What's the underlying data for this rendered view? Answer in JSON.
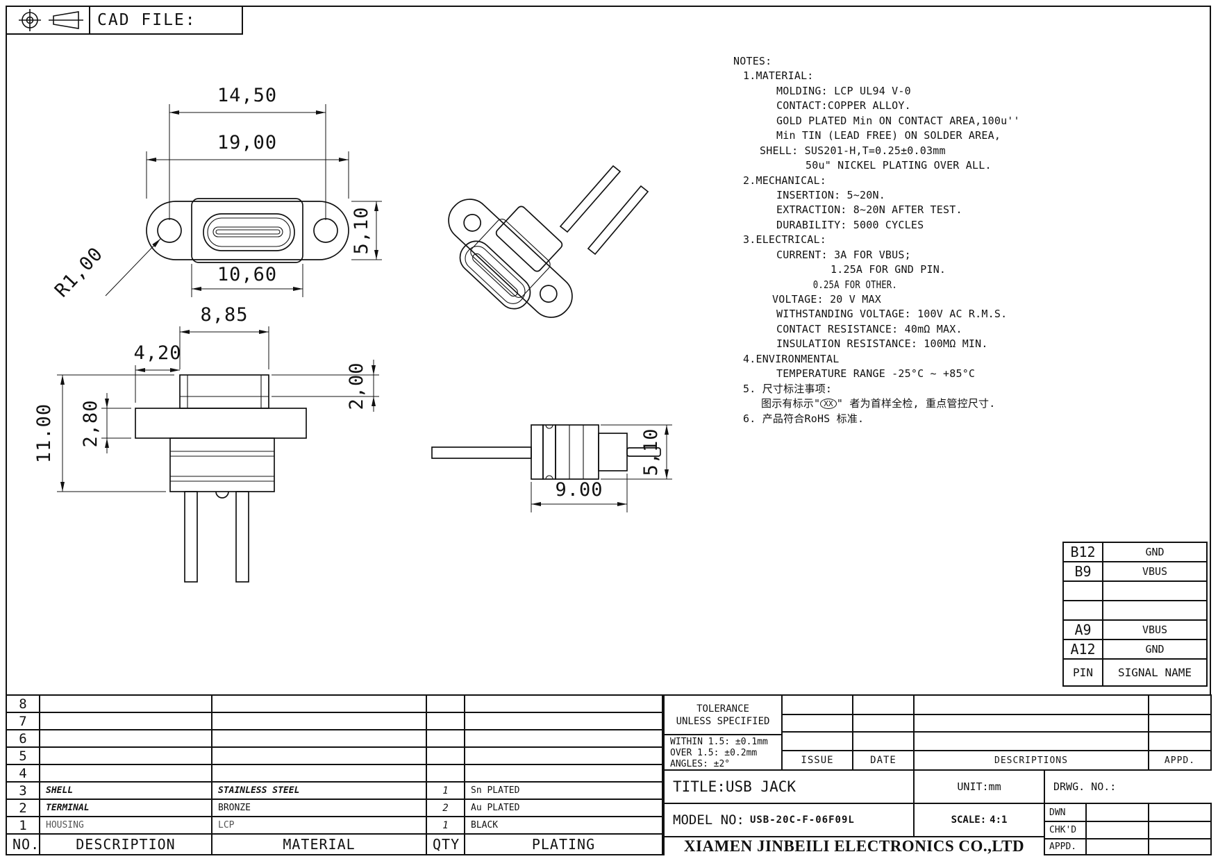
{
  "header": {
    "cad_file_label": "CAD FILE:"
  },
  "notes": {
    "lines": [
      "NOTES:",
      "1.MATERIAL:",
      "MOLDING: LCP UL94 V-0",
      "CONTACT:COPPER ALLOY.",
      "GOLD PLATED Min ON CONTACT AREA,100u''",
      "Min TIN (LEAD FREE) ON SOLDER AREA,",
      "SHELL: SUS201-H,T=0.25±0.03mm",
      "50u\" NICKEL PLATING OVER ALL.",
      "2.MECHANICAL:",
      "INSERTION: 5~20N.",
      "EXTRACTION: 8~20N AFTER TEST.",
      "DURABILITY: 5000 CYCLES",
      "3.ELECTRICAL:",
      "CURRENT: 3A FOR VBUS;",
      "1.25A FOR GND PIN.",
      "0.25A FOR OTHER.",
      "VOLTAGE: 20 V MAX",
      "WITHSTANDING VOLTAGE: 100V AC R.M.S.",
      "CONTACT RESISTANCE: 40mΩ MAX.",
      "INSULATION RESISTANCE: 100MΩ MIN.",
      "4.ENVIRONMENTAL",
      "TEMPERATURE RANGE -25°C ~ +85°C",
      "5. 尺寸标注事项:",
      "6. 产品符合RoHS 标准."
    ],
    "note5_prefix": "图示有标示\"",
    "note5_symbol": "XX",
    "note5_suffix": "\" 者为首样全检, 重点管控尺寸."
  },
  "dims": {
    "front": {
      "holes": "14,50",
      "width": "19,00",
      "height": "5,10",
      "body": "10,60",
      "radius": "R1,00"
    },
    "section": {
      "top": "8,85",
      "offset": "4,20",
      "height": "11.00",
      "arm": "2,80",
      "plate": "2,00"
    },
    "side": {
      "length": "9.00",
      "height": "5,10"
    }
  },
  "pin_table": {
    "rows": [
      {
        "pin": "B12",
        "signal": "GND"
      },
      {
        "pin": "B9",
        "signal": "VBUS"
      },
      {
        "pin": "",
        "signal": ""
      },
      {
        "pin": "",
        "signal": ""
      },
      {
        "pin": "A9",
        "signal": "VBUS"
      },
      {
        "pin": "A12",
        "signal": "GND"
      },
      {
        "pin": "PIN",
        "signal": "SIGNAL NAME"
      }
    ]
  },
  "parts_table": {
    "rows": [
      {
        "no": "8",
        "desc": "",
        "mat": "",
        "qty": "",
        "plat": ""
      },
      {
        "no": "7",
        "desc": "",
        "mat": "",
        "qty": "",
        "plat": ""
      },
      {
        "no": "6",
        "desc": "",
        "mat": "",
        "qty": "",
        "plat": ""
      },
      {
        "no": "5",
        "desc": "",
        "mat": "",
        "qty": "",
        "plat": ""
      },
      {
        "no": "4",
        "desc": "",
        "mat": "",
        "qty": "",
        "plat": ""
      },
      {
        "no": "3",
        "desc": "SHELL",
        "mat": "STAINLESS STEEL",
        "qty": "1",
        "plat": "Sn PLATED"
      },
      {
        "no": "2",
        "desc": "TERMINAL",
        "mat": "BRONZE",
        "qty": "2",
        "plat": "Au PLATED"
      },
      {
        "no": "1",
        "desc": "HOUSING",
        "mat": "LCP",
        "qty": "1",
        "plat": "BLACK"
      }
    ],
    "footer": {
      "no": "NO.",
      "desc": "DESCRIPTION",
      "mat": "MATERIAL",
      "qty": "QTY",
      "plat": "PLATING"
    }
  },
  "title_block": {
    "tolerance_title": "TOLERANCE",
    "tolerance_subtitle": "UNLESS SPECIFIED",
    "tol_line1": "WITHIN 1.5: ±0.1mm",
    "tol_line2": "OVER 1.5:  ±0.2mm",
    "tol_line3": "ANGLES: ±2°",
    "issue_label": "ISSUE",
    "date_label": "DATE",
    "descriptions_label": "DESCRIPTIONS",
    "appd_header_label": "APPD.",
    "title_label": "TITLE:",
    "title_value": "USB JACK",
    "unit_label": "UNIT:",
    "unit_value": "mm",
    "drwg_label": "DRWG. NO.:",
    "model_label": "MODEL NO:",
    "model_value": "USB-20C-F-06F09L",
    "scale_label": "SCALE:",
    "scale_value": "4:1",
    "dwn_label": "DWN",
    "chkd_label": "CHK'D",
    "appd_label": "APPD.",
    "company": "XIAMEN JINBEILI ELECTRONICS CO.,LTD"
  }
}
